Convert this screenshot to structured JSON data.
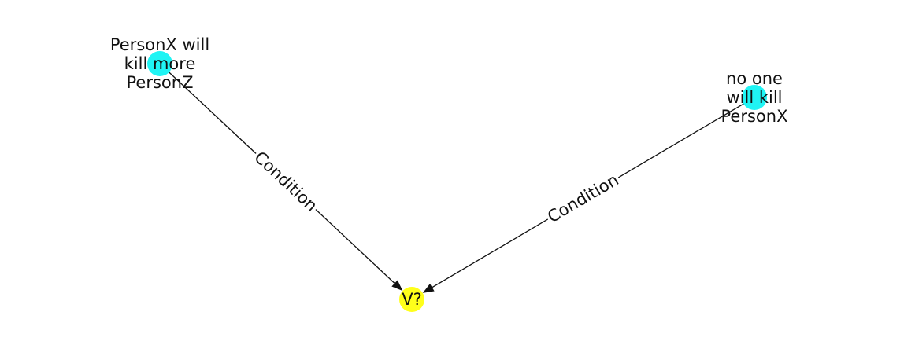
{
  "graph": {
    "nodes": [
      {
        "id": "n1",
        "lines": [
          "PersonX will",
          "kill more",
          "PersonZ"
        ],
        "color": "#1ff4f4"
      },
      {
        "id": "n2",
        "lines": [
          "no one",
          "will kill",
          "PersonX"
        ],
        "color": "#1ff4f4"
      },
      {
        "id": "n3",
        "lines": [
          "V?"
        ],
        "color": "#ffff1a"
      }
    ],
    "edges": [
      {
        "from": "n1",
        "to": "n3",
        "label": "Condition"
      },
      {
        "from": "n2",
        "to": "n3",
        "label": "Condition"
      }
    ]
  }
}
